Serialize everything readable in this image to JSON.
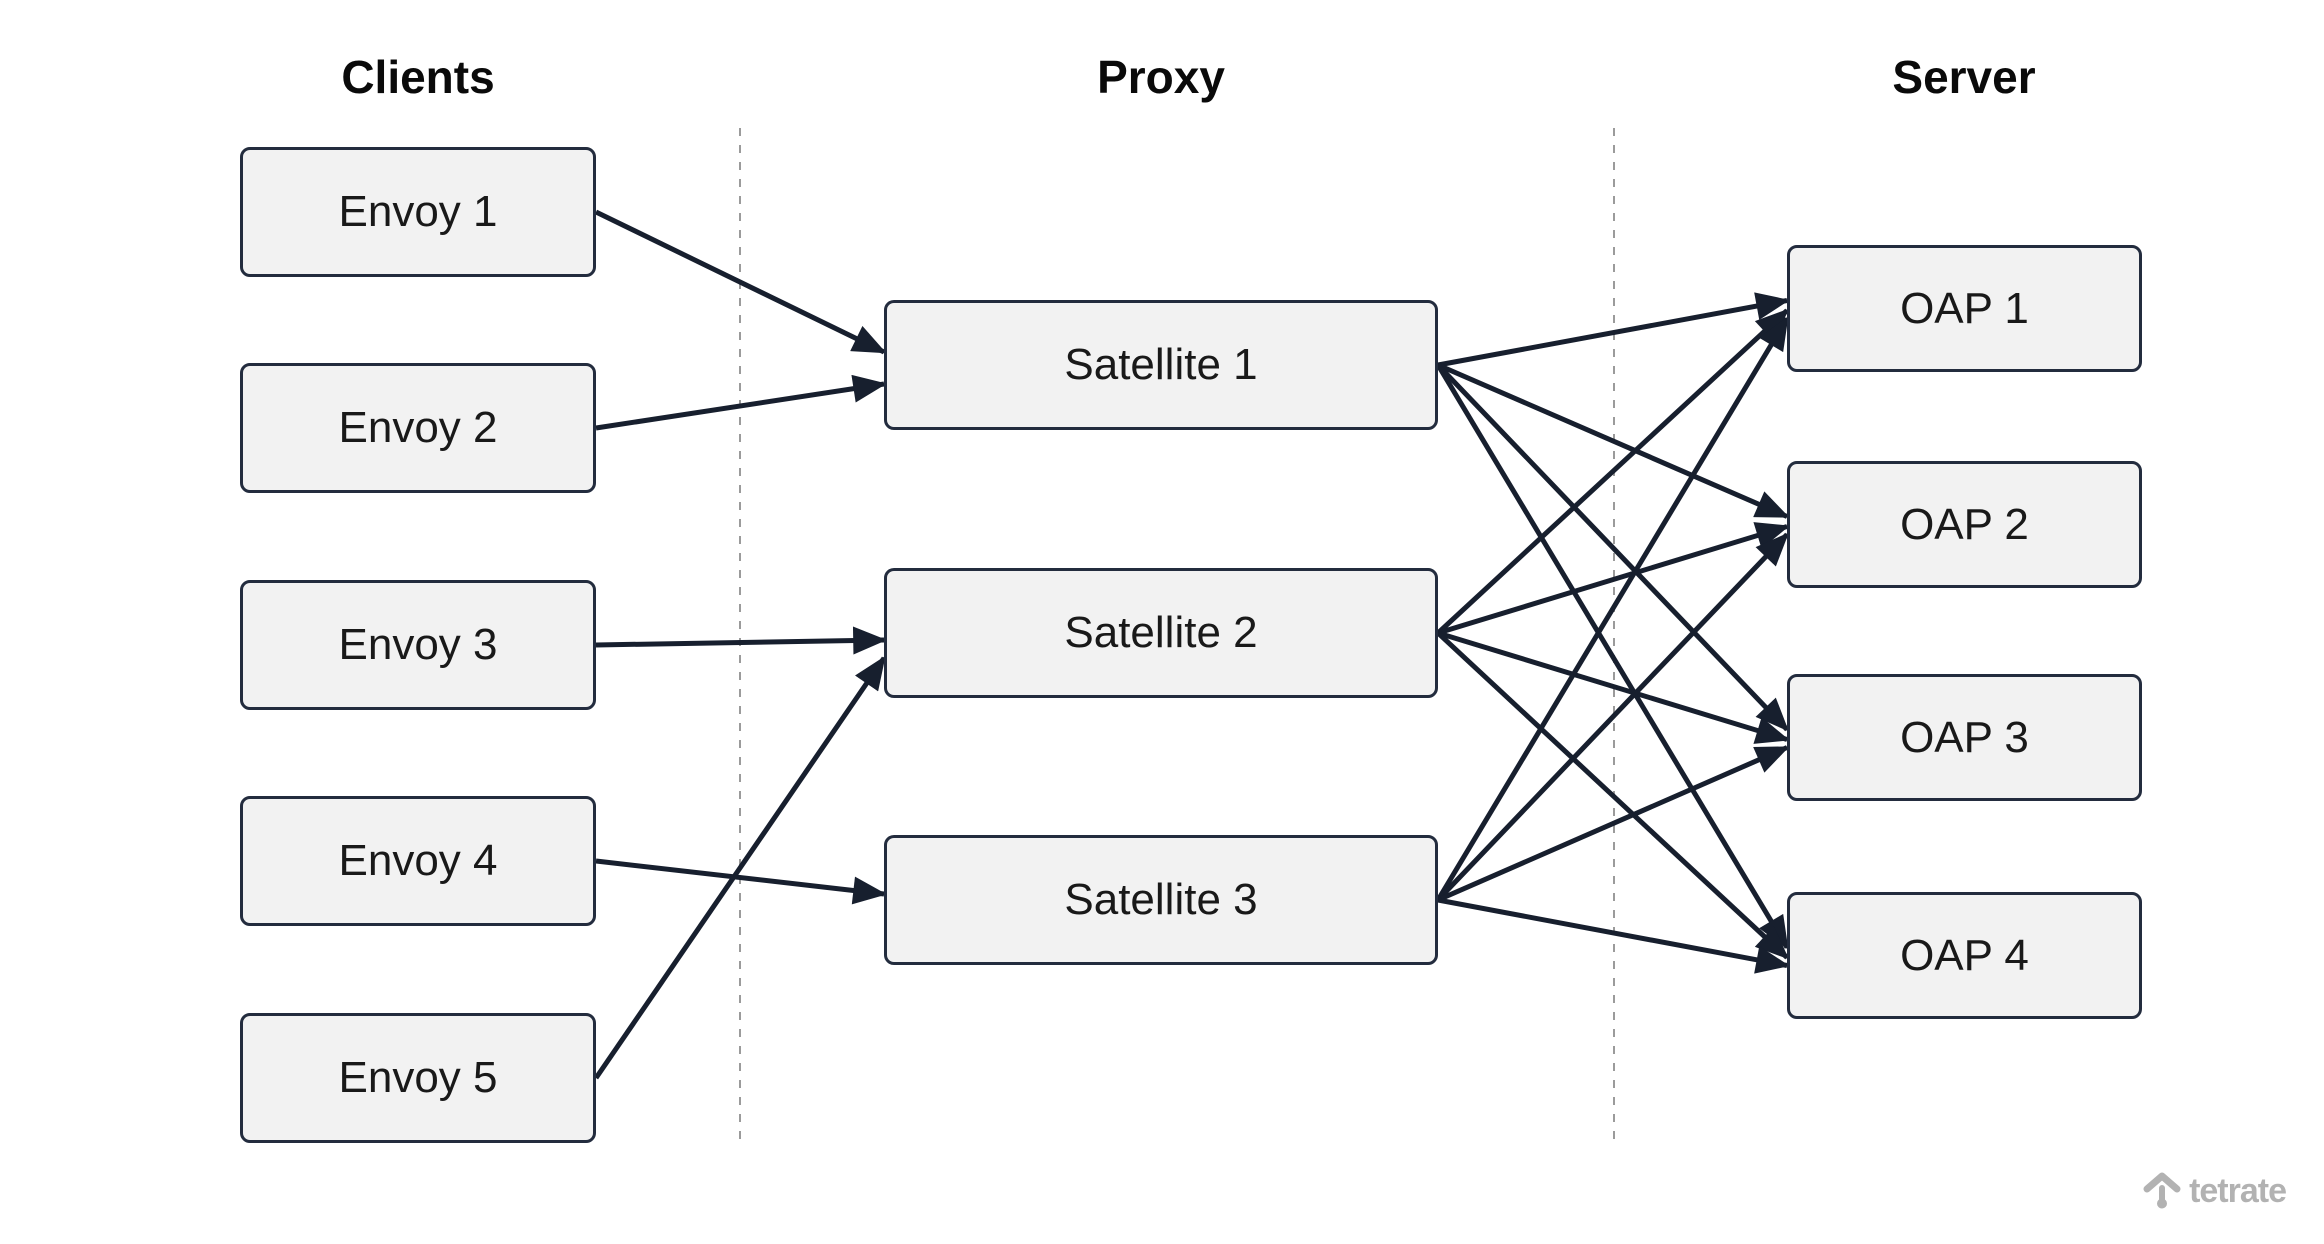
{
  "headers": {
    "clients": "Clients",
    "proxy": "Proxy",
    "server": "Server"
  },
  "nodes": {
    "clients": [
      {
        "id": "envoy1",
        "label": "Envoy 1"
      },
      {
        "id": "envoy2",
        "label": "Envoy 2"
      },
      {
        "id": "envoy3",
        "label": "Envoy 3"
      },
      {
        "id": "envoy4",
        "label": "Envoy 4"
      },
      {
        "id": "envoy5",
        "label": "Envoy 5"
      }
    ],
    "proxy": [
      {
        "id": "satellite1",
        "label": "Satellite 1"
      },
      {
        "id": "satellite2",
        "label": "Satellite 2"
      },
      {
        "id": "satellite3",
        "label": "Satellite 3"
      }
    ],
    "server": [
      {
        "id": "oap1",
        "label": "OAP 1"
      },
      {
        "id": "oap2",
        "label": "OAP 2"
      },
      {
        "id": "oap3",
        "label": "OAP 3"
      },
      {
        "id": "oap4",
        "label": "OAP 4"
      }
    ]
  },
  "edges": [
    {
      "from": "envoy1",
      "to": "satellite1"
    },
    {
      "from": "envoy2",
      "to": "satellite1"
    },
    {
      "from": "envoy3",
      "to": "satellite2"
    },
    {
      "from": "envoy5",
      "to": "satellite2"
    },
    {
      "from": "envoy4",
      "to": "satellite3"
    },
    {
      "from": "satellite1",
      "to": "oap1"
    },
    {
      "from": "satellite1",
      "to": "oap2"
    },
    {
      "from": "satellite1",
      "to": "oap3"
    },
    {
      "from": "satellite1",
      "to": "oap4"
    },
    {
      "from": "satellite2",
      "to": "oap1"
    },
    {
      "from": "satellite2",
      "to": "oap2"
    },
    {
      "from": "satellite2",
      "to": "oap3"
    },
    {
      "from": "satellite2",
      "to": "oap4"
    },
    {
      "from": "satellite3",
      "to": "oap1"
    },
    {
      "from": "satellite3",
      "to": "oap2"
    },
    {
      "from": "satellite3",
      "to": "oap3"
    },
    {
      "from": "satellite3",
      "to": "oap4"
    }
  ],
  "watermark": {
    "label": "tetrate"
  },
  "colors": {
    "ink": "#171f2e",
    "box-border": "#232c3e",
    "box-fill": "#f2f2f2",
    "divider": "#9b9b9b",
    "watermark": "#b2b2b2"
  }
}
